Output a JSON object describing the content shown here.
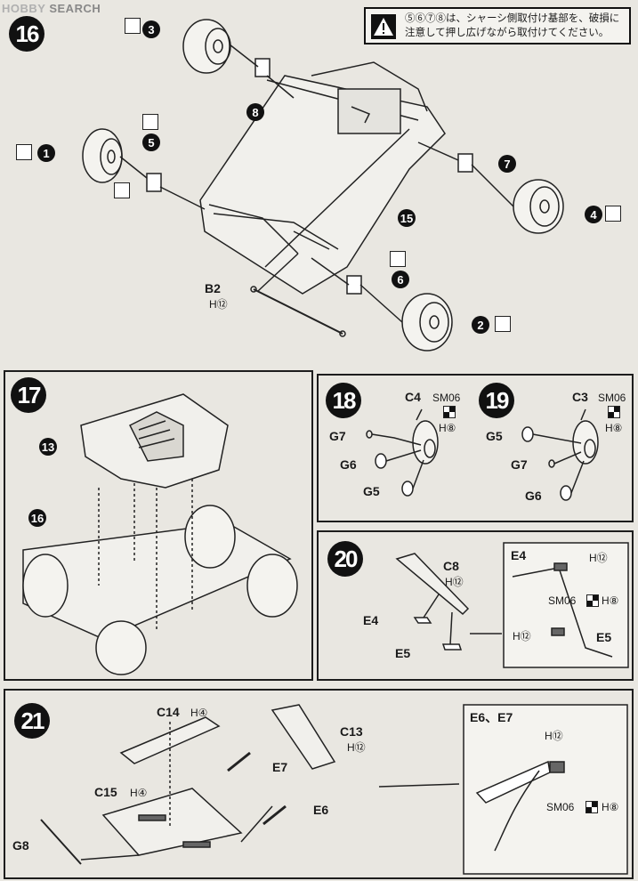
{
  "watermark": {
    "part1": "HOBBY",
    "part2": "SEARCH"
  },
  "warning": {
    "text": "⑤⑥⑦⑧は、シャーシ側取付け基部を、破損に注意して押し広げながら取付けてください。"
  },
  "steps": {
    "s16": {
      "number": "16",
      "wheel_labels": [
        "1",
        "2",
        "3",
        "4"
      ],
      "hub_labels": [
        "5",
        "6",
        "7",
        "8"
      ],
      "sub_assembly": "15",
      "part_b2": "B2",
      "part_b2_paint": "H⑫"
    },
    "s17": {
      "number": "17",
      "body_ref": "13",
      "chassis_ref": "16"
    },
    "s18": {
      "number": "18",
      "part": "C4",
      "decal": "SM06",
      "paint": "H⑧",
      "g7": "G7",
      "g6": "G6",
      "g5": "G5"
    },
    "s19": {
      "number": "19",
      "part": "C3",
      "decal": "SM06",
      "paint": "H⑧",
      "g5": "G5",
      "g7": "G7",
      "g6": "G6"
    },
    "s20": {
      "number": "20",
      "c8": "C8",
      "c8_paint": "H⑫",
      "e4": "E4",
      "e5": "E5",
      "detail_e4": "E4",
      "detail_e4_paint": "H⑫",
      "detail_decal": "SM06",
      "detail_decal_paint": "H⑧",
      "detail_h12": "H⑫",
      "detail_e5": "E5"
    },
    "s21": {
      "number": "21",
      "c14": "C14",
      "c14_paint": "H④",
      "c13": "C13",
      "c13_paint": "H⑫",
      "e7": "E7",
      "c15": "C15",
      "c15_paint": "H④",
      "e6": "E6",
      "g8": "G8",
      "detail_title": "E6、E7",
      "detail_paint": "H⑫",
      "detail_decal": "SM06",
      "detail_decal_paint": "H⑧"
    }
  }
}
